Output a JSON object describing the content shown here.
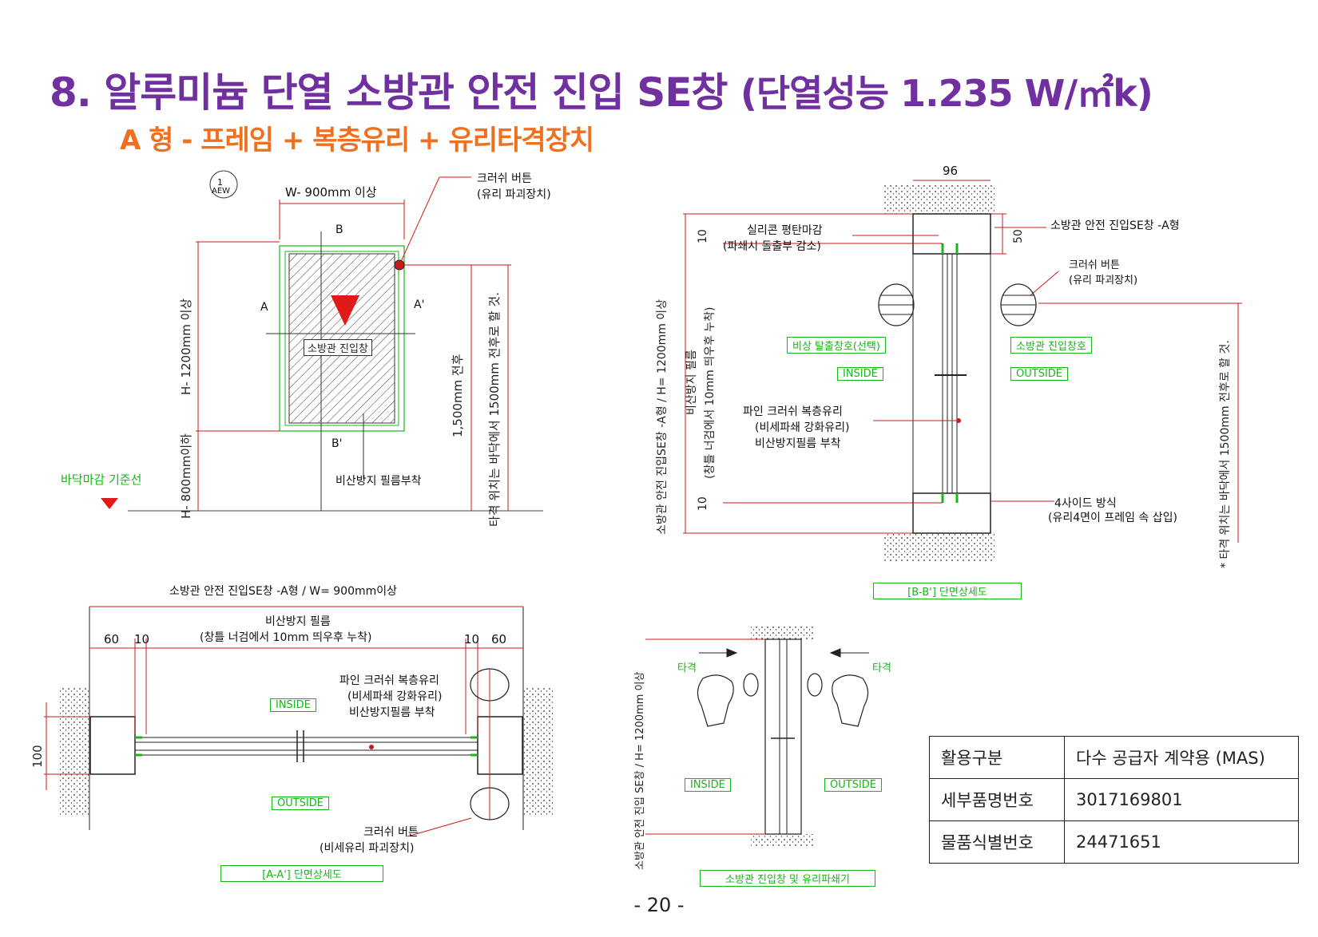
{
  "title": "8. 알루미늄 단열 소방관 안전 진입 SE창",
  "title_paren": "(단열성능 1.235 W/㎡k)",
  "subtitle": "A 형 - 프레임 + 복층유리 + 유리타격장치",
  "page_number": "- 20 -",
  "elevation": {
    "symbol_number": "1",
    "symbol_code": "AEW",
    "width_label": "W- 900mm 이상",
    "crusher_label_1": "크러쉬 버튼",
    "crusher_label_2": "(유리 파괴장치)",
    "section_b": "B",
    "section_b_prime": "B'",
    "section_a": "A",
    "section_a_prime": "A'",
    "entry_tag": "소방관 진입창",
    "height_label": "H- 1200mm 이상",
    "sill_label": "H- 800mm이하",
    "floor_label": "바닥마감 기준선",
    "film_label": "비산방지 필름부착",
    "strike_height": "1,500mm 전후",
    "strike_note": "타격 위치는 바닥에서 1500mm 전후로 할 것."
  },
  "section_bb": {
    "dim_96": "96",
    "dim_50": "50",
    "dim_10_top": "10",
    "dim_10_bottom": "10",
    "window_label": "소방관 안전 진입SE창 -A형",
    "silicone_1": "실리콘 평탄마감",
    "silicone_2": "(파쇄시 돌출부 감소)",
    "crusher_1": "크러쉬 버튼",
    "crusher_2": "(유리 파괴장치)",
    "escape_label": "비상 탈출창호(선택)",
    "entry_label": "소방관 진입창호",
    "inside": "INSIDE",
    "outside": "OUTSIDE",
    "glass_1": "파인 크러쉬 복층유리",
    "glass_2": "(비세파쇄 강화유리)",
    "glass_3": "비산방지필름 부착",
    "side_1": "4사이드 방식",
    "side_2": "(유리4면이 프레임 속 삽입)",
    "left_vertical": "소방관 안전 진입SE창 -A형 / H= 1200mm 이상",
    "film_vertical_1": "비산방지 필름",
    "film_vertical_2": "(창틀 너검에서 10mm 띄우후 누착)",
    "strike_note": "* 타격 위치는 바닥에서 1500mm 전후로 할 것.",
    "caption": "[B-B'] 단면상세도"
  },
  "section_aa": {
    "top_label": "소방관 안전 진입SE창 -A형 / W= 900mm이상",
    "film_1": "비산방지 필름",
    "film_2": "(창틀 너검에서  10mm 띄우후 누착)",
    "dims_left": [
      "60",
      "10"
    ],
    "dims_right": [
      "10",
      "60"
    ],
    "dim_100": "100",
    "glass_1": "파인 크러쉬 복층유리",
    "glass_2": "(비세파쇄 강화유리)",
    "glass_3": "비산방지필름 부착",
    "inside": "INSIDE",
    "outside": "OUTSIDE",
    "crusher_1": "크러쉬 버튼",
    "crusher_2": "(비세유리 파괴장치)",
    "caption": "[A-A'] 단면상세도"
  },
  "strike_detail": {
    "strike_left": "타격",
    "strike_right": "타격",
    "inside": "INSIDE",
    "outside": "OUTSIDE",
    "vertical": "소방관 안전 진입 SE창 / H= 1200mm 이상",
    "caption": "소방관 진입창 및 유리파쇄기"
  },
  "info_table": [
    {
      "key": "활용구분",
      "value": "다수 공급자 계약용 (MAS)"
    },
    {
      "key": "세부품명번호",
      "value": "3017169801"
    },
    {
      "key": "물품식별번호",
      "value": "24471651"
    }
  ],
  "colors": {
    "title": "#7030a0",
    "subtitle": "#f07020",
    "green": "#17b717",
    "red": "#cc1a1a"
  }
}
